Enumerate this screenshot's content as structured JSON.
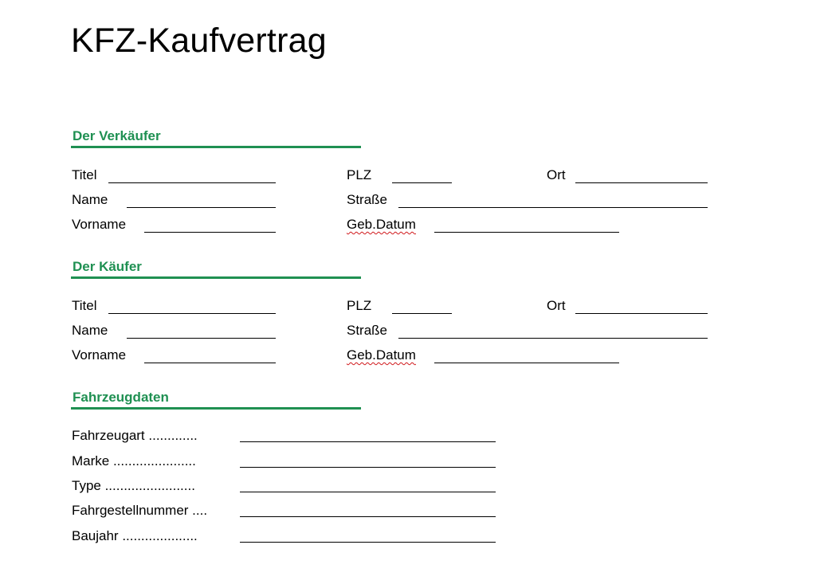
{
  "title": "KFZ-Kaufvertrag",
  "accent_color": "#1f9052",
  "spellcheck_color": "#d0181b",
  "sections": {
    "seller": {
      "heading": "Der Verkäufer",
      "titel": "Titel",
      "name": "Name",
      "vorname": "Vorname",
      "plz": "PLZ",
      "strasse": "Straße",
      "geb_datum": "Geb.Datum",
      "ort": "Ort"
    },
    "buyer": {
      "heading": "Der Käufer",
      "titel": "Titel",
      "name": "Name",
      "vorname": "Vorname",
      "plz": "PLZ",
      "strasse": "Straße",
      "geb_datum": "Geb.Datum",
      "ort": "Ort"
    },
    "vehicle": {
      "heading": "Fahrzeugdaten",
      "fields": [
        "Fahrzeugart .............",
        "Marke ......................",
        "Type ........................",
        "Fahrgestellnummer ....",
        "Baujahr ...................."
      ]
    }
  }
}
